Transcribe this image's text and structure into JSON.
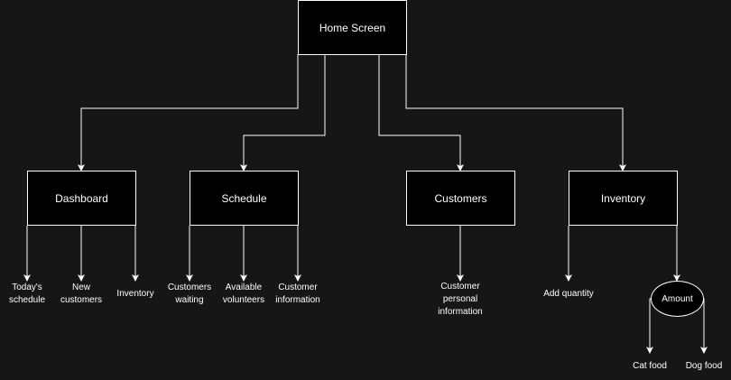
{
  "root": {
    "label": "Home Screen"
  },
  "sections": [
    {
      "label": "Dashboard",
      "children": [
        "Today's\nschedule",
        "New\ncustomers",
        "Inventory"
      ]
    },
    {
      "label": "Schedule",
      "children": [
        "Customers\nwaiting",
        "Available\nvolunteers",
        "Customer\ninformation"
      ]
    },
    {
      "label": "Customers",
      "children": [
        "Customer\npersonal\ninformation"
      ]
    },
    {
      "label": "Inventory",
      "children": [
        "Add quantity"
      ],
      "decision": {
        "label": "Amount",
        "children": [
          "Cat food",
          "Dog food"
        ]
      }
    }
  ],
  "colors": {
    "background": "#161616",
    "node_fill": "#000000",
    "stroke": "#ffffff",
    "text": "#ffffff"
  }
}
